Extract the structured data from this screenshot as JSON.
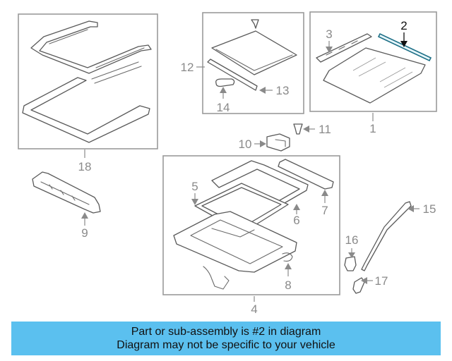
{
  "callouts": {
    "c1": "1",
    "c2": "2",
    "c3": "3",
    "c4": "4",
    "c5": "5",
    "c6": "6",
    "c7": "7",
    "c8": "8",
    "c9": "9",
    "c10": "10",
    "c11": "11",
    "c12": "12",
    "c13": "13",
    "c14": "14",
    "c15": "15",
    "c16": "16",
    "c17": "17",
    "c18": "18"
  },
  "highlighted_part": "2",
  "banner": {
    "line1": "Part or sub-assembly is #2 in diagram",
    "line2": "Diagram may not be specific to your vehicle"
  },
  "colors": {
    "banner_bg": "#5bc0ef",
    "highlight_stroke": "#1d6f86",
    "callout_text": "#8a8a8a"
  }
}
